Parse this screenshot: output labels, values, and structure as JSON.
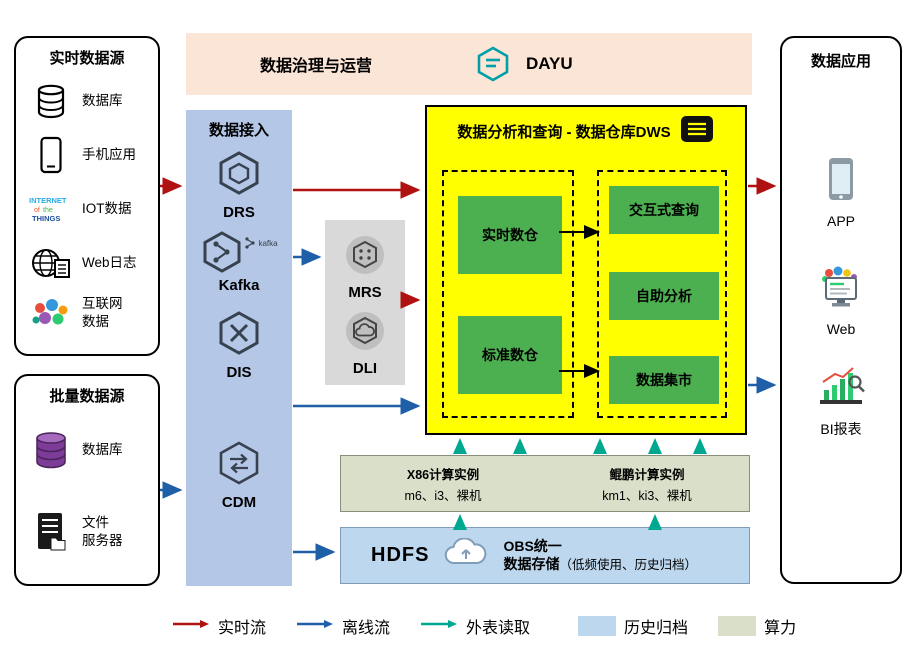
{
  "sources_realtime": {
    "title": "实时数据源",
    "items": [
      {
        "label": "数据库",
        "icon": "database-icon"
      },
      {
        "label": "手机应用",
        "icon": "mobile-phone-icon"
      },
      {
        "label": "IOT数据",
        "icon": "iot-icon"
      },
      {
        "label": "Web日志",
        "icon": "web-log-icon"
      },
      {
        "label": "互联网\n数据",
        "icon": "internet-data-icon"
      }
    ]
  },
  "sources_batch": {
    "title": "批量数据源",
    "items": [
      {
        "label": "数据库",
        "icon": "purple-database-icon"
      },
      {
        "label": "文件\n服务器",
        "icon": "file-server-icon"
      }
    ]
  },
  "governance": {
    "title": "数据治理与运营",
    "brand": "DAYU"
  },
  "ingestion": {
    "title": "数据接入",
    "items": [
      {
        "label": "DRS",
        "icon": "drs-hexagon-icon"
      },
      {
        "label": "Kafka",
        "icon": "kafka-hexagon-icon",
        "logo_text": "kafka"
      },
      {
        "label": "DIS",
        "icon": "dis-hexagon-icon"
      },
      {
        "label": "CDM",
        "icon": "cdm-hexagon-icon"
      }
    ]
  },
  "processing": {
    "items": [
      {
        "label": "MRS",
        "icon": "mrs-icon"
      },
      {
        "label": "DLI",
        "icon": "dli-icon"
      }
    ]
  },
  "dws": {
    "title": "数据分析和查询 - 数据仓库DWS",
    "warehouses": [
      {
        "label": "实时数仓"
      },
      {
        "label": "标准数仓"
      }
    ],
    "services": [
      {
        "label": "交互式查询"
      },
      {
        "label": "自助分析"
      },
      {
        "label": "数据集市"
      }
    ]
  },
  "compute": {
    "x86": {
      "title": "X86计算实例",
      "detail": "m6、i3、裸机"
    },
    "kunpeng": {
      "title": "鲲鹏计算实例",
      "detail": "km1、ki3、裸机"
    }
  },
  "storage": {
    "hdfs": "HDFS",
    "obs_line1": "OBS统一",
    "obs_line2": "数据存储",
    "obs_note": "（低频使用、历史归档）"
  },
  "applications": {
    "title": "数据应用",
    "items": [
      {
        "label": "APP",
        "icon": "app-icon"
      },
      {
        "label": "Web",
        "icon": "web-icon"
      },
      {
        "label": "BI报表",
        "icon": "bi-report-icon"
      }
    ]
  },
  "legend": {
    "realtime": "实时流",
    "offline": "离线流",
    "external": "外表读取",
    "archive": "历史归档",
    "compute_power": "算力"
  },
  "colors": {
    "realtime_flow": "#b01111",
    "offline_flow": "#1f5fa8",
    "external_read": "#00a890",
    "archive_fill": "#bdd7ee",
    "compute_fill": "#d9dfc8",
    "dws_fill": "#ffff00",
    "service_green": "#4caf50",
    "ingestion_fill": "#b4c7e7",
    "governance_fill": "#fbe5d6"
  }
}
